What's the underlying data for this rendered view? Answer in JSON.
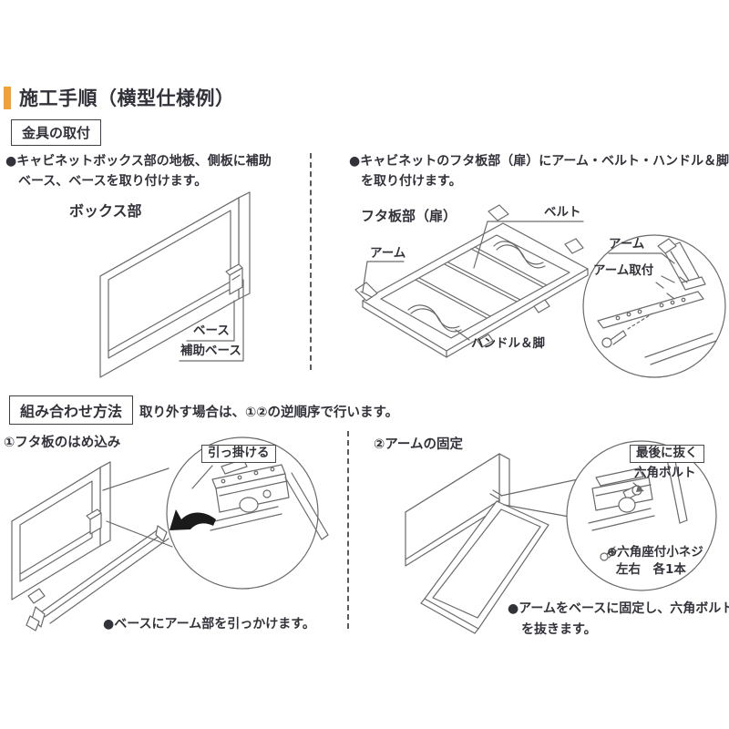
{
  "colors": {
    "accent": "#F0A236",
    "text": "#32323a",
    "line": "#6a6a6a"
  },
  "header": {
    "title": "施工手順（横型仕様例）"
  },
  "s1": {
    "box_label": "金具の取付",
    "left": {
      "line1": "●キャビネットボックス部の地板、側板に補助",
      "line2": "ベース、ベースを取り付けます。",
      "title": "ボックス部",
      "base": "ベース",
      "aux_base": "補助ベース"
    },
    "right": {
      "line1": "●キャビネットのフタ板部（扉）にアーム・ベルト・ハンドル＆脚",
      "line2": "を取り付けます。",
      "title": "フタ板部（扉）",
      "arm": "アーム",
      "belt": "ベルト",
      "handle": "ハンドル＆脚",
      "detail_arm": "アーム",
      "detail_mount": "アーム取付"
    }
  },
  "s2": {
    "box_label": "組み合わせ方法",
    "note": "取り外す場合は、①②の逆順序で行います。",
    "step1": {
      "title": "①フタ板のはめ込み",
      "hook": "引っ掛ける",
      "caption": "●ベースにアーム部を引っかけます。"
    },
    "step2": {
      "title": "②アームの固定",
      "last": "最後に抜く",
      "bolt": "六角ボルト",
      "screw1": "⊕六角座付小ネジ",
      "screw2": "左右　各1本",
      "cap1": "●アームをベースに固定し、六角ボルト",
      "cap2": "を抜きます。"
    }
  }
}
